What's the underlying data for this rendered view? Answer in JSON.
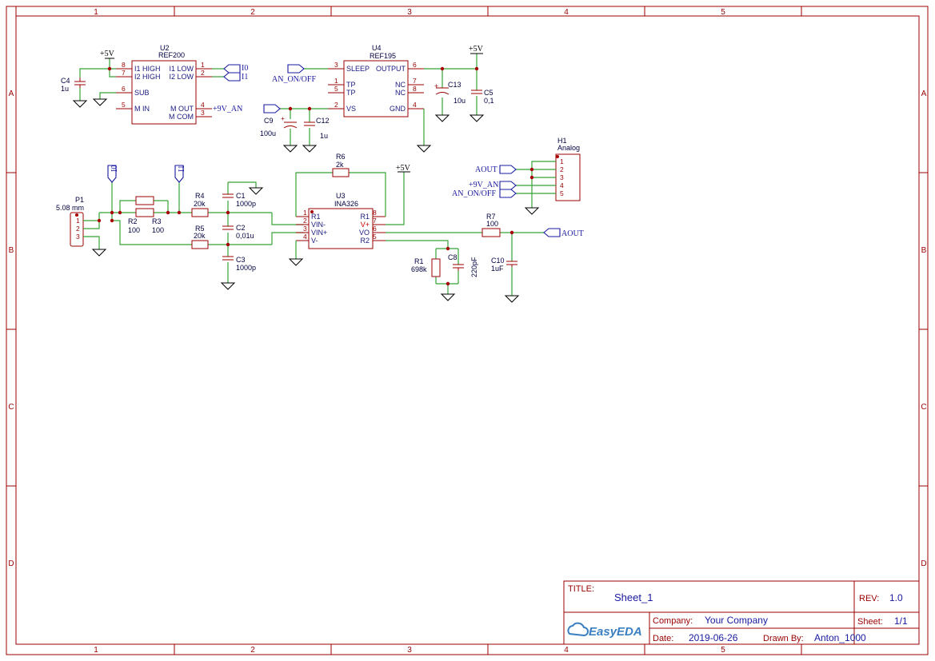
{
  "frame": {
    "columns": [
      "1",
      "2",
      "3",
      "4",
      "5"
    ],
    "rows": [
      "A",
      "B",
      "C",
      "D"
    ]
  },
  "title_block": {
    "title_label": "TITLE:",
    "title": "Sheet_1",
    "rev_label": "REV:",
    "rev": "1.0",
    "company_label": "Company:",
    "company": "Your Company",
    "sheet_label": "Sheet:",
    "sheet": "1/1",
    "date_label": "Date:",
    "date": "2019-06-26",
    "drawn_label": "Drawn By:",
    "drawn_by": "Anton_1000",
    "logo": "EasyEDA"
  },
  "components": {
    "u2": {
      "ref": "U2",
      "value": "REF200",
      "pins": {
        "i1_high": "I1 HIGH",
        "i2_high": "I2 HIGH",
        "i1_low": "I1 LOW",
        "i2_low": "I2 LOW",
        "sub": "SUB",
        "m_in": "M IN",
        "m_out": "M OUT",
        "m_com": "M COM"
      },
      "nums": [
        "8",
        "7",
        "6",
        "5",
        "1",
        "2",
        "4",
        "3"
      ]
    },
    "u4": {
      "ref": "U4",
      "value": "REF195",
      "pins": {
        "sleep": "SLEEP",
        "tp": "TP",
        "vs": "VS",
        "output": "OUTPUT",
        "nc": "NC",
        "gnd": "GND"
      },
      "nums": [
        "3",
        "1",
        "5",
        "2",
        "6",
        "7",
        "8",
        "4"
      ]
    },
    "u3": {
      "ref": "U3",
      "value": "INA326",
      "pins": {
        "r1": "R1",
        "vin_minus": "VIN-",
        "vin_plus": "VIN+",
        "v_minus": "V-",
        "r1b": "R1",
        "v_plus": "V+",
        "vo": "VO",
        "r2": "R2"
      },
      "nums": [
        "1",
        "2",
        "3",
        "4",
        "8",
        "7",
        "6",
        "5"
      ]
    },
    "h1": {
      "ref": "H1",
      "value": "Analog",
      "nums": [
        "1",
        "2",
        "3",
        "4",
        "5"
      ]
    },
    "p1": {
      "ref": "P1",
      "value": "5.08 mm",
      "nums": [
        "1",
        "2",
        "3"
      ]
    },
    "c4": {
      "ref": "C4",
      "value": "1u"
    },
    "c9": {
      "ref": "C9",
      "value": "100u"
    },
    "c12": {
      "ref": "C12",
      "value": "1u"
    },
    "c13": {
      "ref": "C13",
      "value": "10u"
    },
    "c5": {
      "ref": "C5",
      "value": "0,1"
    },
    "c1": {
      "ref": "C1",
      "value": "1000p"
    },
    "c2": {
      "ref": "C2",
      "value": "0,01u"
    },
    "c3": {
      "ref": "C3",
      "value": "1000p"
    },
    "c8": {
      "ref": "C8",
      "value": "220pF"
    },
    "c10": {
      "ref": "C10",
      "value": "1uF"
    },
    "r2": {
      "ref": "R2",
      "value": "100"
    },
    "r3": {
      "ref": "R3",
      "value": "100"
    },
    "r4": {
      "ref": "R4",
      "value": "20k"
    },
    "r5": {
      "ref": "R5",
      "value": "20k"
    },
    "r6": {
      "ref": "R6",
      "value": "2k"
    },
    "r7": {
      "ref": "R7",
      "value": "100"
    },
    "r1": {
      "ref": "R1",
      "value": "698k"
    }
  },
  "nets": {
    "p5v": "+5V",
    "p9v": "+9V_AN",
    "an_on_off": "AN_ON/OFF",
    "aout": "AOUT",
    "i0": "I0",
    "i1": "I1"
  },
  "colors": {
    "frame": "#990000",
    "wire": "#35a535",
    "netlabel": "#1a1aa0",
    "junction": "#a80000"
  }
}
